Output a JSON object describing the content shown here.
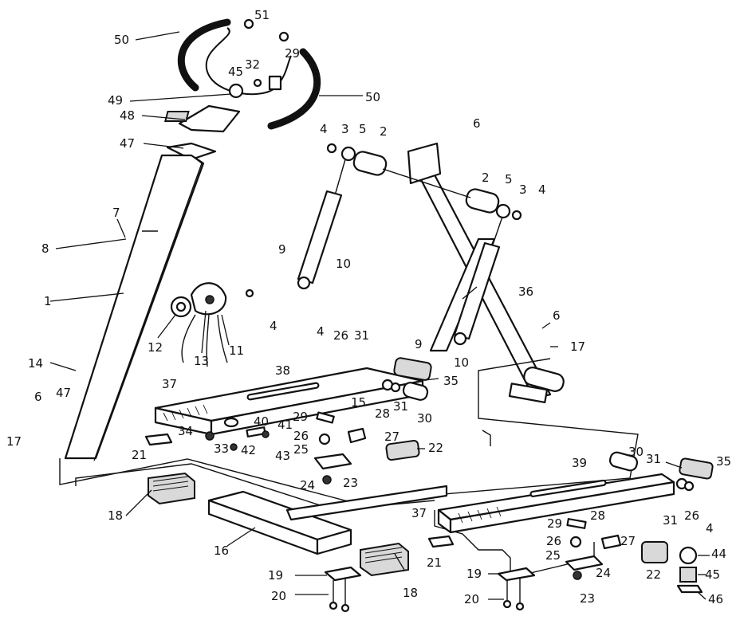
{
  "diagram": {
    "callouts": [
      "1",
      "2",
      "3",
      "4",
      "5",
      "6",
      "7",
      "8",
      "9",
      "10",
      "11",
      "12",
      "13",
      "14",
      "15",
      "16",
      "17",
      "18",
      "19",
      "20",
      "21",
      "22",
      "23",
      "24",
      "25",
      "26",
      "27",
      "28",
      "29",
      "30",
      "31",
      "32",
      "33",
      "34",
      "35",
      "36",
      "37",
      "38",
      "39",
      "40",
      "41",
      "42",
      "43",
      "44",
      "45",
      "46",
      "47",
      "48",
      "49",
      "50",
      "51"
    ]
  }
}
